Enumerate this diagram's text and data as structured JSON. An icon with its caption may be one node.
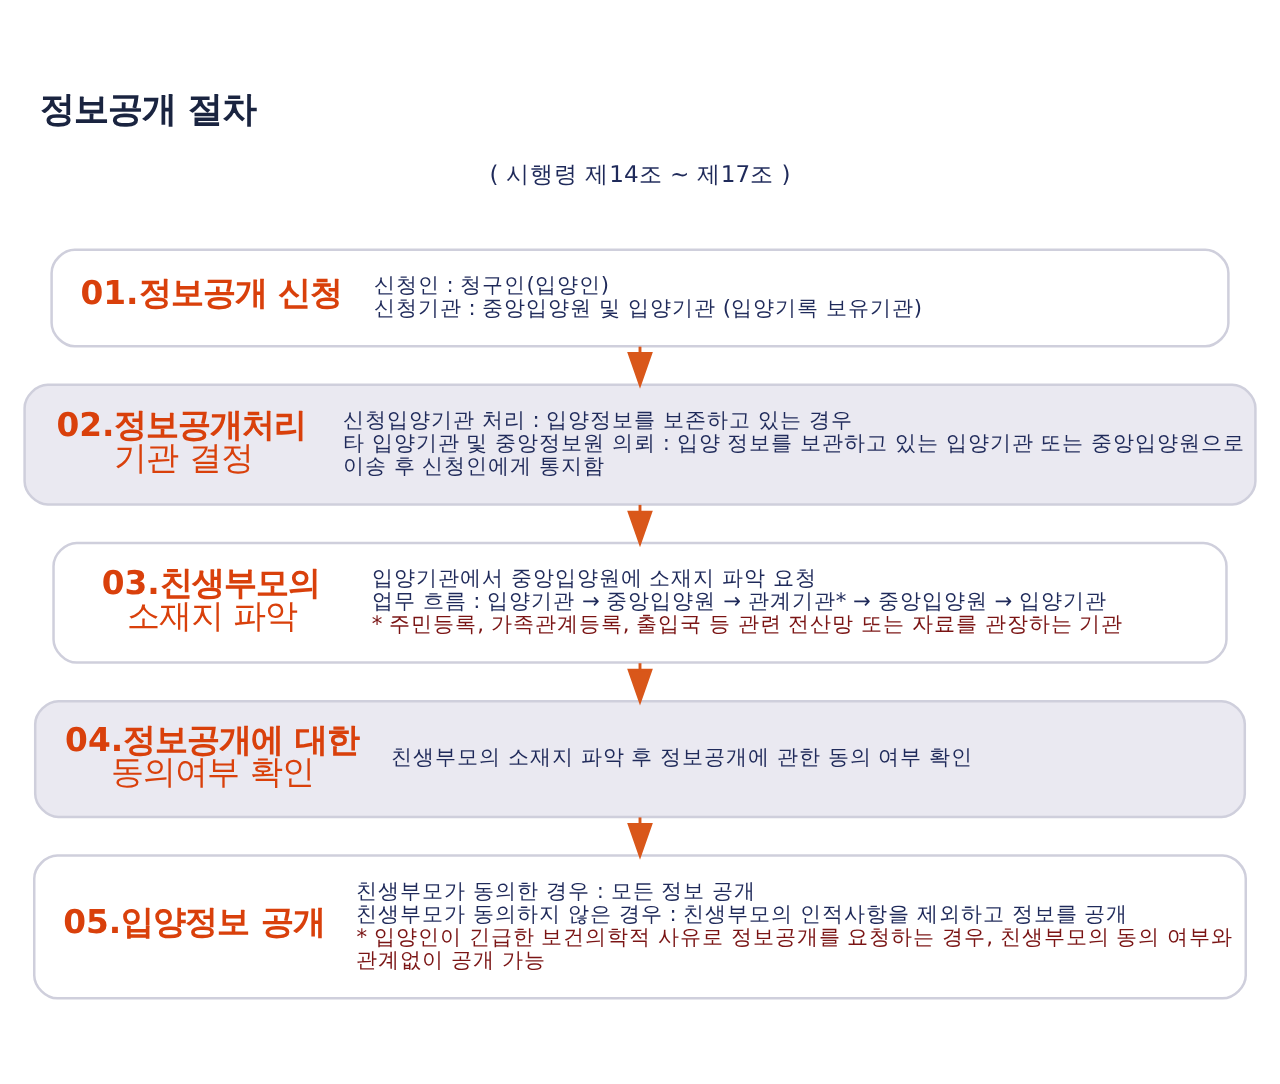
{
  "diagram": {
    "title": "정보공개 절차",
    "nodes": [
      {
        "text": [
          "01.정보공개 신청",
          "신청인 : 청구인(입양인)",
          "신청기관 : 중앙입양원 및 입양기관 (입양기록 보유기관)"
        ]
      },
      {
        "text": [
          "02.정보공개처리 기관 결정",
          "신청입양기관 처리 : 입양정보를 보존하고 있는 경우",
          "타 입양기관 및 중앙정보원 의뢰 : 입양 정보를 보관하고 있는 입양기관 또는 중앙입양원으로 이송 후 신청인에게 통지함"
        ]
      },
      {
        "text": [
          "03.친생부모의 소재지 파악",
          "입양기관에서 중앙입양원에 소재지 파악 요청",
          "업무 흐름 : 입양기관 → 중앙입양원 → 관계기관* → 중앙입양원 → 입양기관",
          "* 주민등록, 가족관계등록, 출입국 등 관련 전산망 또는 자료를 관장하는 기관"
        ]
      },
      {
        "text": [
          "04.정보공개에 대한 동의여부 확인",
          "친생부모의 소재지 파악 후 정보공개에 관한 동의 여부 확인"
        ]
      },
      {
        "text": [
          "05.입양정보 공개",
          "친생부모가 동의한 경우 : 모든 정보 공개",
          "친생부모가 동의하지 않은 경우 : 친생부모의 인적사항을 제외하고 정보를 공개",
          "* 입양인이 긴급한 보건의학적 사유로 정보공개를 요청하는 경우, 친생부모의 동의 여부와 관계없이 공개 가능"
        ]
      }
    ],
    "edges": [
      {
        "from": 0,
        "to": 1,
        "arrow": "to"
      },
      {
        "from": 1,
        "to": 2,
        "arrow": "to"
      },
      {
        "from": 2,
        "to": 3,
        "arrow": "to"
      },
      {
        "from": 3,
        "to": 4,
        "arrow": "to"
      }
    ],
    "labels": [
      "( 시행령 제14조 ~ 제17조 )"
    ]
  }
}
